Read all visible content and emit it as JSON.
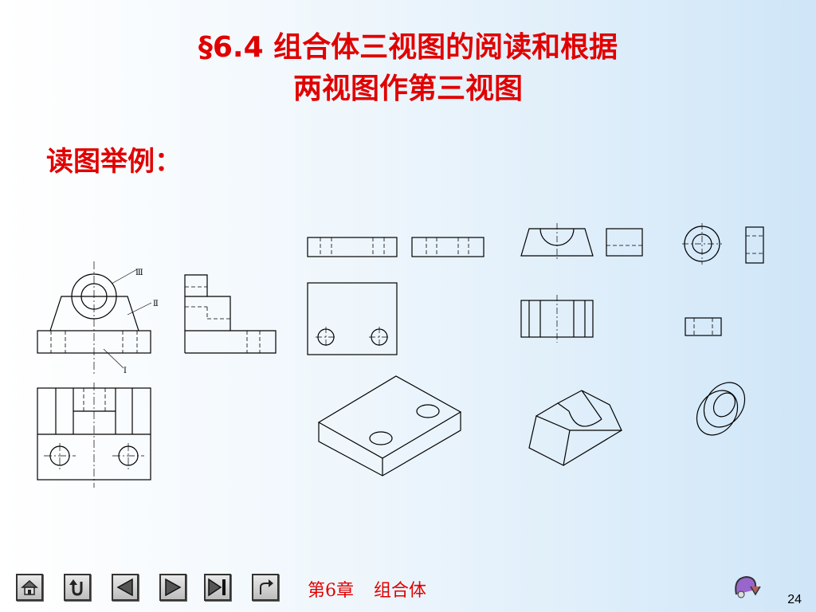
{
  "slide": {
    "title_line1": "§6.4 组合体三视图的阅读和根据",
    "title_line2": "两视图作第三视图",
    "subtitle": "读图举例：",
    "chapter": "第6章",
    "chapter_name": "组合体",
    "page_number": "24"
  },
  "drawing_labels": {
    "part_3": "Ⅲ",
    "part_2": "Ⅱ",
    "part_1": "Ⅰ"
  },
  "nav": {
    "buttons": [
      "home-icon",
      "back-icon",
      "prev-icon",
      "next-icon",
      "last-icon",
      "link-icon"
    ]
  },
  "colors": {
    "title": "#e00000",
    "line": "#000000"
  }
}
